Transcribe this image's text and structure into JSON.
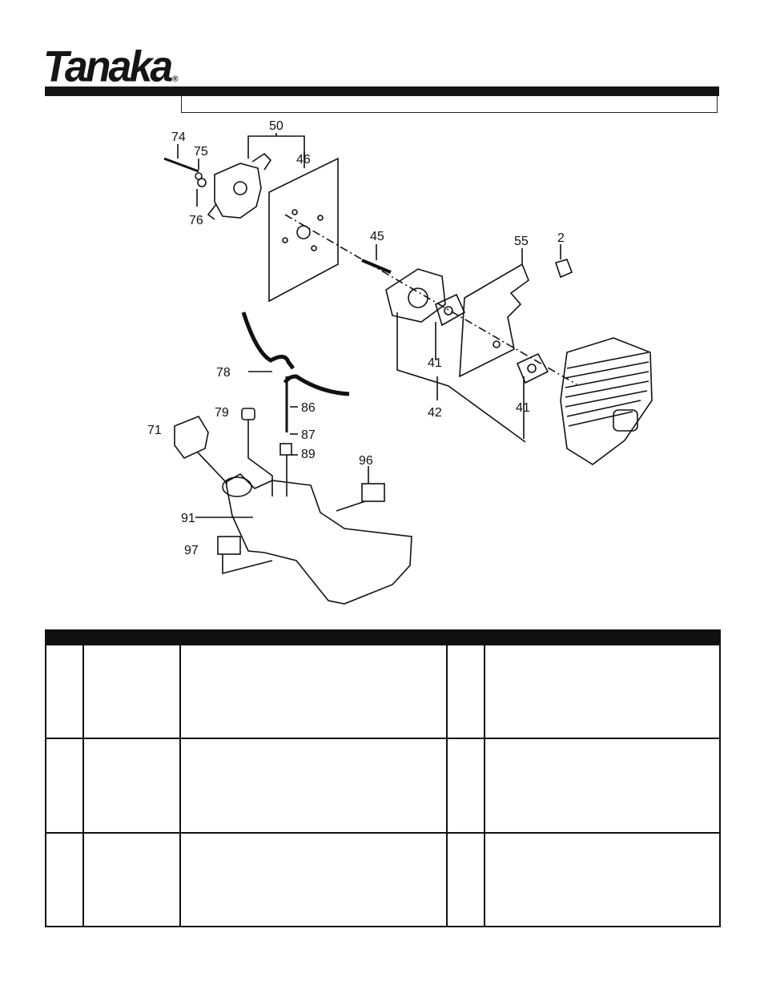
{
  "brand": {
    "name": "Tanaka",
    "registered_mark": "®"
  },
  "diagram": {
    "callouts": [
      "74",
      "75",
      "76",
      "50",
      "46",
      "45",
      "55",
      "2",
      "41",
      "42",
      "41",
      "78",
      "86",
      "87",
      "89",
      "79",
      "71",
      "96",
      "91",
      "97"
    ]
  },
  "parts_table": {
    "columns": 5,
    "rows": 3
  }
}
